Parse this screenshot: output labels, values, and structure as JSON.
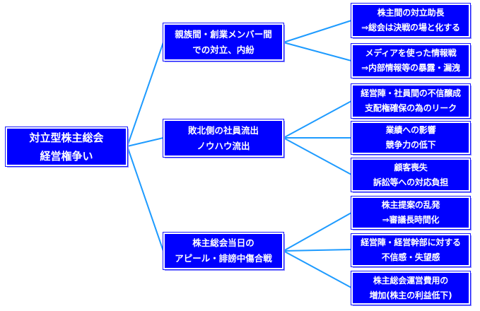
{
  "root": {
    "lines": [
      "対立型株主総会",
      "経営権争い"
    ]
  },
  "branches": [
    {
      "lines": [
        "親族間・創業メンバー間",
        "での対立、内紛"
      ],
      "leaves": [
        {
          "lines": [
            "株主間の対立助長",
            "⇒総会は決戦の場と化する"
          ]
        },
        {
          "lines": [
            "メディアを使った情報戦",
            "⇒内部情報等の暴露・漏洩"
          ]
        }
      ]
    },
    {
      "lines": [
        "敗北側の社員流出",
        "ノウハウ流出"
      ],
      "leaves": [
        {
          "lines": [
            "経営陣・社員間の不信醸成",
            "支配権確保の為のリーク"
          ]
        },
        {
          "lines": [
            "業績への影響",
            "競争力の低下"
          ]
        },
        {
          "lines": [
            "顧客喪失",
            "訴訟等への対応負担"
          ]
        }
      ]
    },
    {
      "lines": [
        "株主総会当日の",
        "アピール・誹謗中傷合戦"
      ],
      "leaves": [
        {
          "lines": [
            "株主提案の乱発",
            "⇒審議長時間化"
          ]
        },
        {
          "lines": [
            "経営陣・経営幹部に対する",
            "不信感・失望感"
          ]
        },
        {
          "lines": [
            "株主総会運営費用の",
            "増加(株主の利益低下)"
          ]
        }
      ]
    }
  ],
  "colors": {
    "box_fill": "#0000ff",
    "connector": "#1e9bff",
    "text": "#ffffff"
  }
}
